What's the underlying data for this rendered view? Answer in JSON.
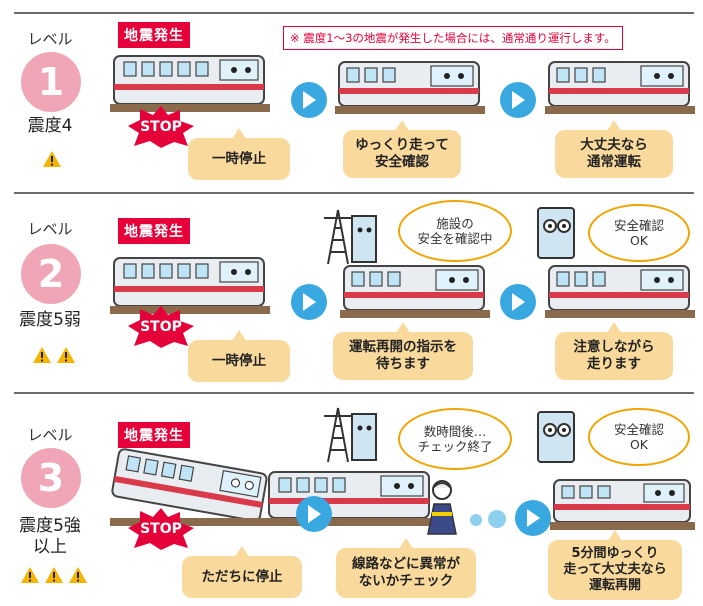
{
  "note": "※ 震度1〜3の地震が発生した場合には、通常通り運行します。",
  "levels": [
    {
      "word": "レベル",
      "number": "1",
      "intensity": "震度4",
      "tag": "地震発生",
      "stop": "STOP",
      "steps": [
        "一時停止",
        "ゆっくり走って\n安全確認",
        "大丈夫なら\n通常運転"
      ],
      "warnings": 1
    },
    {
      "word": "レベル",
      "number": "2",
      "intensity": "震度5弱",
      "tag": "地震発生",
      "stop": "STOP",
      "steps": [
        "一時停止",
        "運転再開の指示を\n待ちます",
        "注意しながら\n走ります"
      ],
      "speech": [
        "施設の\n安全を確認中",
        "安全確認\nOK"
      ],
      "warnings": 2
    },
    {
      "word": "レベル",
      "number": "3",
      "intensity": "震度5強\n以上",
      "tag": "地震発生",
      "stop": "STOP",
      "steps": [
        "ただちに停止",
        "線路などに異常が\nないかチェック",
        "5分間ゆっくり\n走って大丈夫なら\n運転再開"
      ],
      "speech": [
        "数時間後…\nチェック終了",
        "安全確認\nOK"
      ],
      "warnings": 3
    }
  ],
  "colors": {
    "accent": "#e60039",
    "circle": "#f1a6b7",
    "bubble": "#f9d99c",
    "arrow": "#39a7e0"
  },
  "icons": [
    "warning-icon",
    "arrow-right-icon",
    "train-icon",
    "stop-sign-icon",
    "signal-tower-icon",
    "building-icon",
    "worker-icon"
  ]
}
